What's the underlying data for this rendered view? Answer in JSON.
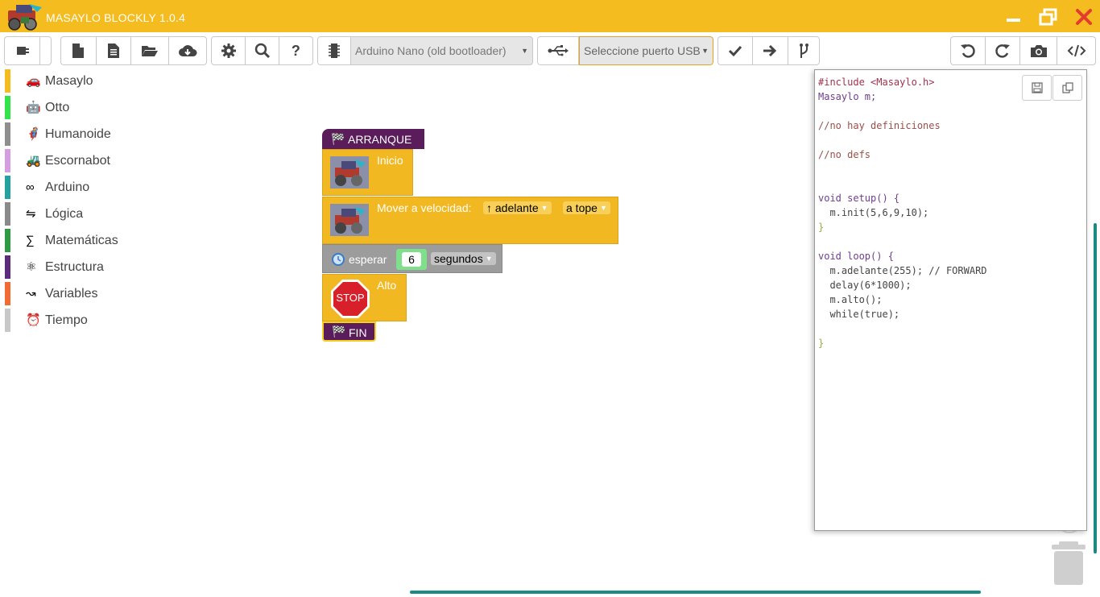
{
  "app": {
    "title": "MASAYLO BLOCKLY 1.0.4"
  },
  "colors": {
    "accent": "#f5bc1f",
    "block_yellow": "#f2b821",
    "block_purple": "#5a1c5a",
    "block_gray": "#9c9c9c",
    "scrollbar": "#1b8a84",
    "close": "#e33b2e"
  },
  "toolbar": {
    "board_select": "Arduino Nano (old bootloader)",
    "port_select": "Seleccione puerto USB",
    "icons": [
      "plug-icon",
      "new-file-icon",
      "file-text-icon",
      "folder-open-icon",
      "cloud-download-icon",
      "gear-icon",
      "search-icon",
      "help-icon",
      "chip-icon",
      "usb-icon",
      "check-icon",
      "arrow-right-icon",
      "branch-icon",
      "undo-icon",
      "redo-icon",
      "camera-icon",
      "code-icon"
    ]
  },
  "toolbox": {
    "categories": [
      {
        "label": "Masaylo",
        "icon": "🚗",
        "color": "#f5bc1f"
      },
      {
        "label": "Otto",
        "icon": "🤖",
        "color": "#33e34a"
      },
      {
        "label": "Humanoide",
        "icon": "🦸",
        "color": "#8f8f8f"
      },
      {
        "label": "Escornabot",
        "icon": "🚜",
        "color": "#d49ee0"
      },
      {
        "label": "Arduino",
        "icon": "∞",
        "color": "#25a2a0"
      },
      {
        "label": "Lógica",
        "icon": "⇋",
        "color": "#8a8a8a"
      },
      {
        "label": "Matemáticas",
        "icon": "∑",
        "color": "#2e9a43"
      },
      {
        "label": "Estructura",
        "icon": "⚛",
        "color": "#5b2b7c"
      },
      {
        "label": "Variables",
        "icon": "↝",
        "color": "#f26b32"
      },
      {
        "label": "Tiempo",
        "icon": "⏰",
        "color": "#c8c8c8"
      }
    ]
  },
  "blocks": {
    "arranque": "ARRANQUE",
    "inicio": "Inicio",
    "mover": {
      "label": "Mover a velocidad:",
      "direction": "↑ adelante",
      "speed": "a tope"
    },
    "esperar": {
      "label": "esperar",
      "value": "6",
      "unit": "segundos"
    },
    "alto": "Alto",
    "stop_sign": "STOP",
    "fin": "FIN"
  },
  "code": {
    "lines": [
      "#include <Masaylo.h>",
      "Masaylo m;",
      "",
      "//no hay definiciones",
      "",
      "//no defs",
      "",
      "",
      "void setup() {",
      "  m.init(5,6,9,10);",
      "}",
      "",
      "void loop() {",
      "  m.adelante(255); // FORWARD",
      "  delay(6*1000);",
      "  m.alto();",
      "  while(true);",
      "",
      "}"
    ]
  }
}
